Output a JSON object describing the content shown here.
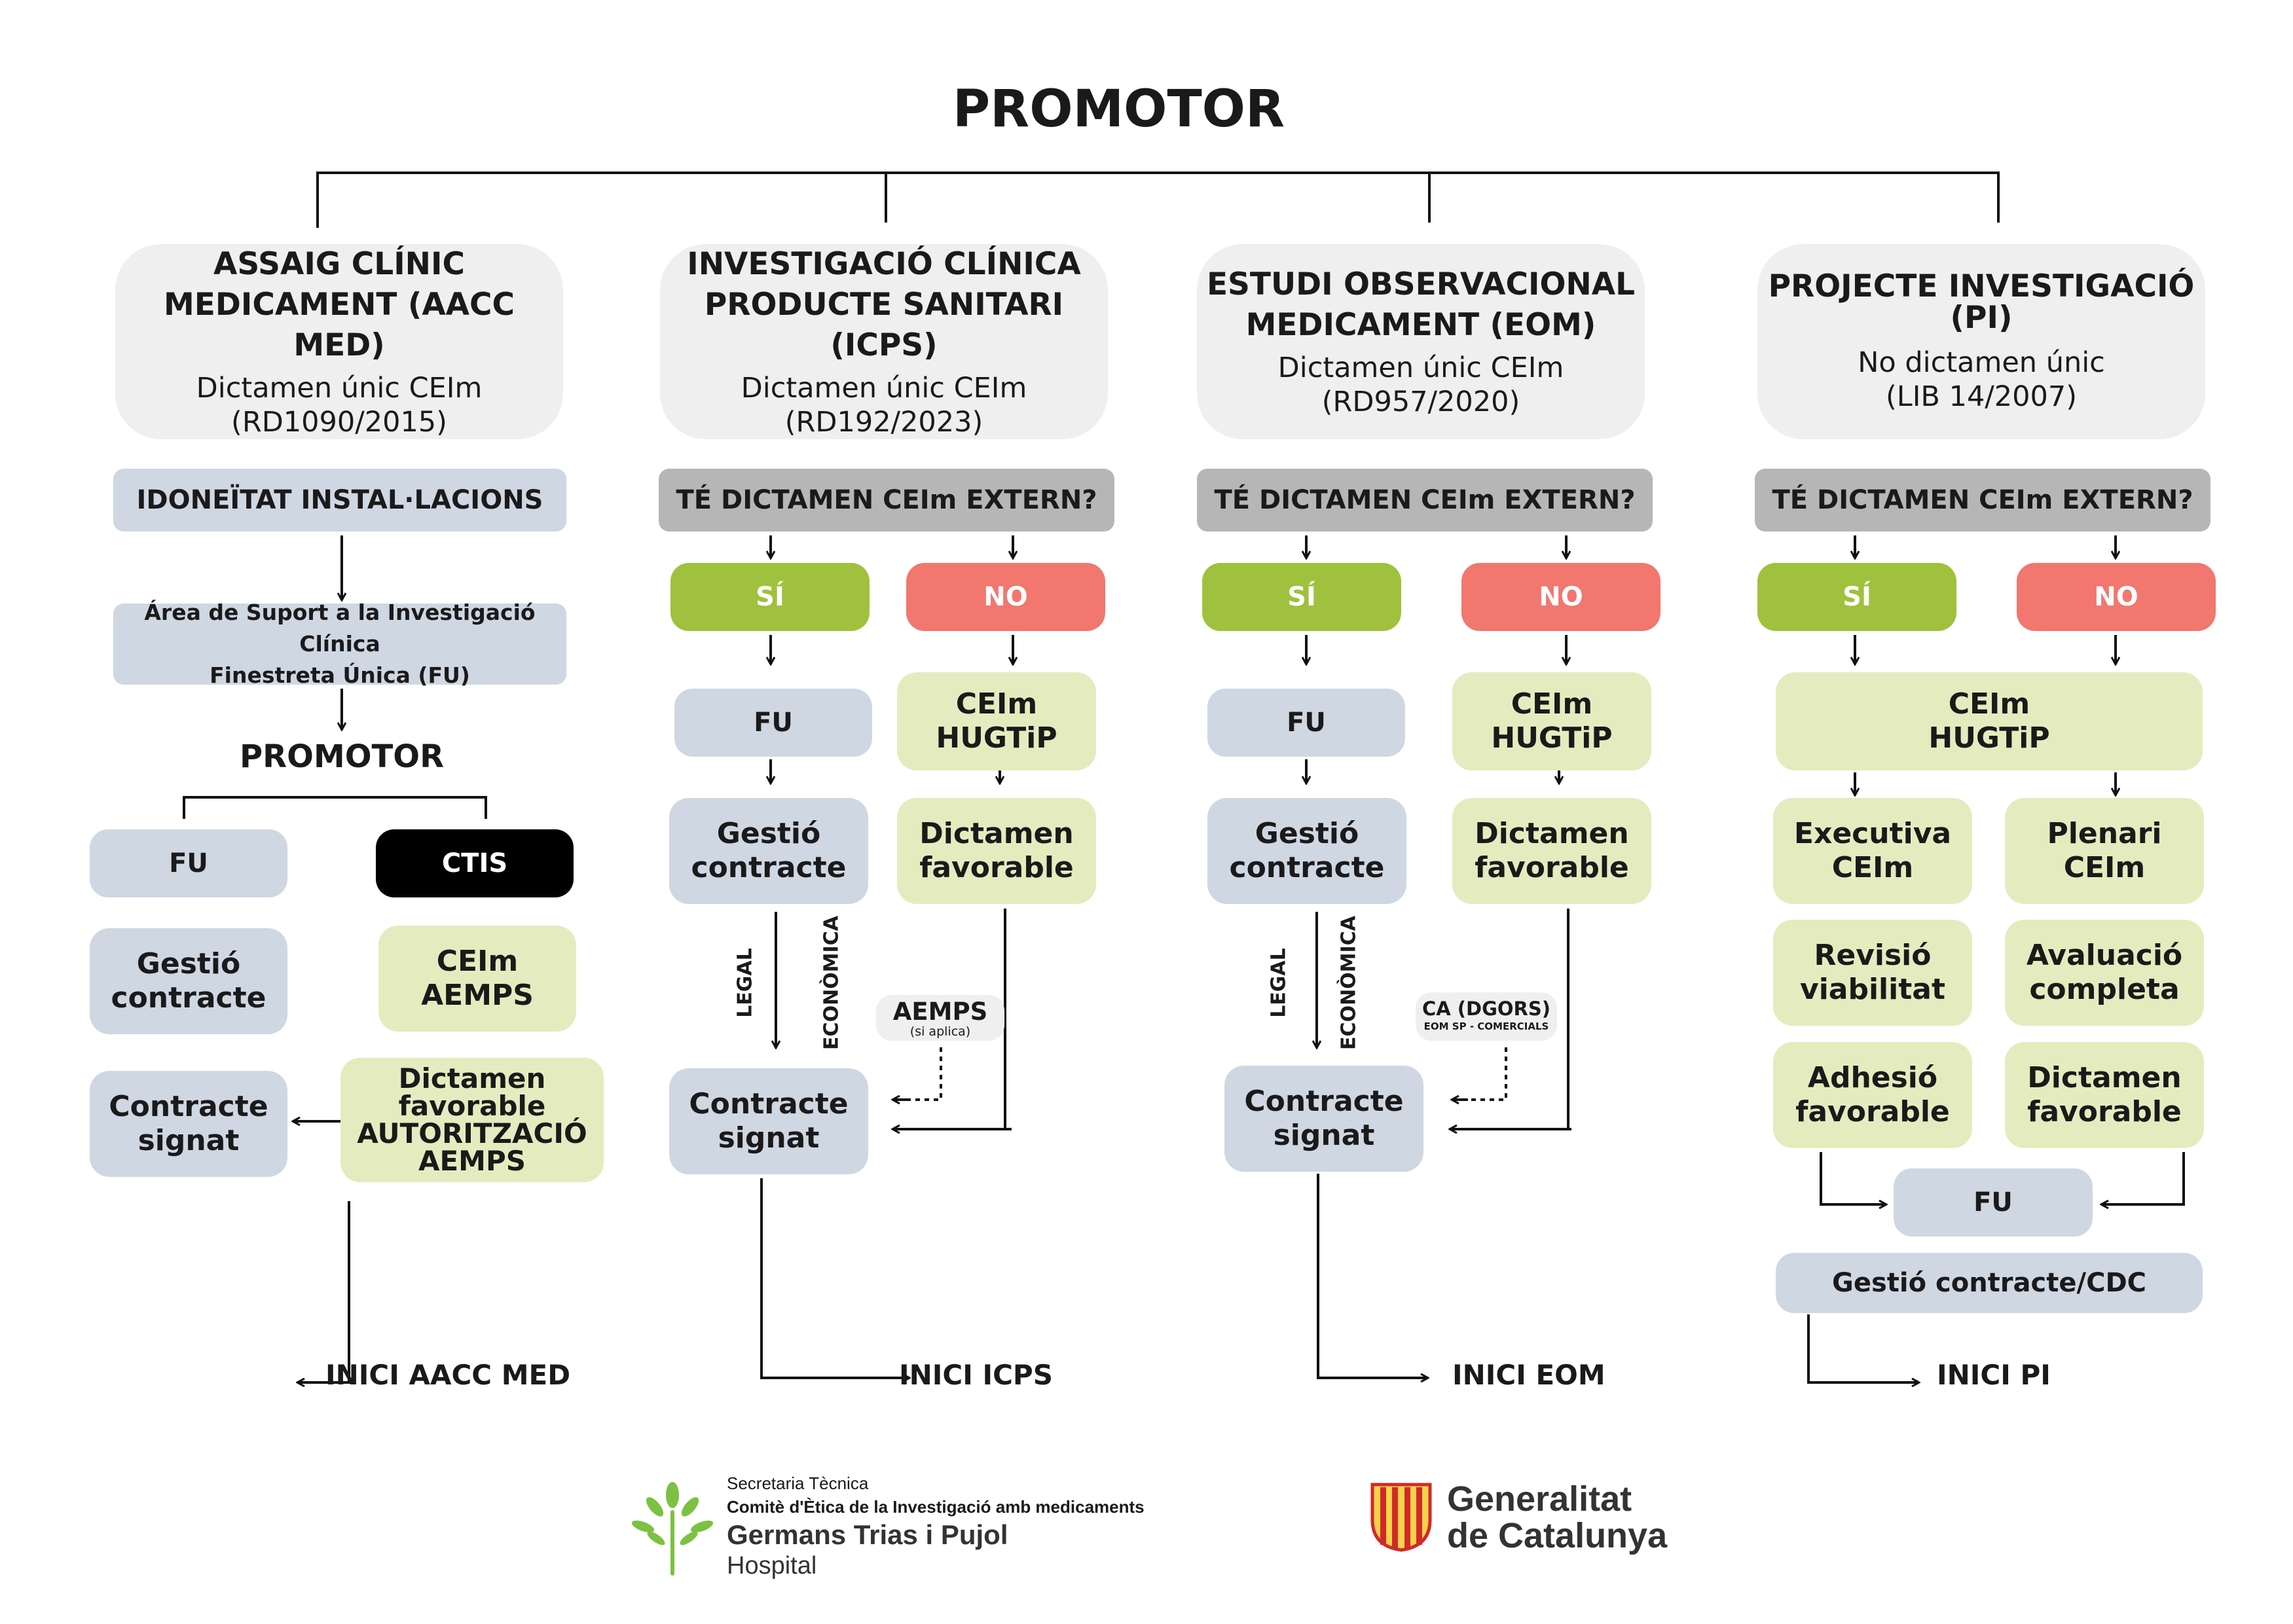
{
  "title": "PROMOTOR",
  "columns": [
    {
      "header_title": "ASSAIG CLÍNIC MEDICAMENT (AACC MED)",
      "header_sub1": "Dictamen únic CEIm",
      "header_sub2": "(RD1090/2015)",
      "idoneitat": "IDONEÏTAT INSTAL·LACIONS",
      "area_l1": "Área de Suport a la Investigació Clínica",
      "area_l2": "Finestreta Única (FU)",
      "promotor": "PROMOTOR",
      "fu": "FU",
      "ctis": "CTIS",
      "gestio_l1": "Gestió",
      "gestio_l2": "contracte",
      "ceim_l1": "CEIm",
      "ceim_l2": "AEMPS",
      "signat_l1": "Contracte",
      "signat_l2": "signat",
      "dict_l1": "Dictamen",
      "dict_l2": "favorable",
      "dict_l3": "AUTORITZACIÓ",
      "dict_l4": "AEMPS",
      "inici": "INICI AACC MED"
    },
    {
      "header_title_l1": "INVESTIGACIÓ CLÍNICA",
      "header_title_l2": "PRODUCTE SANITARI (ICPS)",
      "header_sub1": "Dictamen únic CEIm",
      "header_sub2": "(RD192/2023)",
      "question": "TÉ DICTAMEN CEIm EXTERN?",
      "yes": "SÍ",
      "no": "NO",
      "fu": "FU",
      "ceim_l1": "CEIm",
      "ceim_l2": "HUGTiP",
      "gestio_l1": "Gestió",
      "gestio_l2": "contracte",
      "dict_l1": "Dictamen",
      "dict_l2": "favorable",
      "legal": "LEGAL",
      "economica": "ECONÒMICA",
      "aemps": "AEMPS",
      "aemps_sub": "(si aplica)",
      "signat_l1": "Contracte",
      "signat_l2": "signat",
      "inici": "INICI ICPS"
    },
    {
      "header_title_l1": "ESTUDI OBSERVACIONAL",
      "header_title_l2": "MEDICAMENT (EOM)",
      "header_sub1": "Dictamen únic CEIm",
      "header_sub2": "(RD957/2020)",
      "question": "TÉ DICTAMEN CEIm EXTERN?",
      "yes": "SÍ",
      "no": "NO",
      "fu": "FU",
      "ceim_l1": "CEIm",
      "ceim_l2": "HUGTiP",
      "gestio_l1": "Gestió",
      "gestio_l2": "contracte",
      "dict_l1": "Dictamen",
      "dict_l2": "favorable",
      "legal": "LEGAL",
      "economica": "ECONÒMICA",
      "ca": "CA (DGORS)",
      "ca_sub": "EOM SP - COMERCIALS",
      "signat_l1": "Contracte",
      "signat_l2": "signat",
      "inici": "INICI EOM"
    },
    {
      "header_title_l1": "PROJECTE INVESTIGACIÓ",
      "header_title_l2": "(PI)",
      "header_sub1": "No dictamen únic",
      "header_sub2": "(LIB 14/2007)",
      "question": "TÉ DICTAMEN CEIm EXTERN?",
      "yes": "SÍ",
      "no": "NO",
      "ceim_l1": "CEIm",
      "ceim_l2": "HUGTiP",
      "executiva_l1": "Executiva",
      "executiva_l2": "CEIm",
      "plenari_l1": "Plenari",
      "plenari_l2": "CEIm",
      "revisio_l1": "Revisió",
      "revisio_l2": "viabilitat",
      "avaluacio_l1": "Avaluació",
      "avaluacio_l2": "completa",
      "adhesio_l1": "Adhesió",
      "adhesio_l2": "favorable",
      "dict_l1": "Dictamen",
      "dict_l2": "favorable",
      "fu": "FU",
      "gestio": "Gestió contracte/CDC",
      "inici": "INICI PI"
    }
  ],
  "footer": {
    "hosp_l1": "Secretaria Tècnica",
    "hosp_l2": "Comitè d'Ètica de la Investigació amb medicaments",
    "hosp_l3": "Germans Trias i Pujol",
    "hosp_l4": "Hospital",
    "gen_l1": "Generalitat",
    "gen_l2": "de Catalunya"
  },
  "colors": {
    "header_bg": "#efefef",
    "blue_box": "#cfd7e3",
    "green_box": "#e4ecbf",
    "yes": "#9fc13d",
    "no": "#f1776f",
    "question": "#b6b6b6",
    "ctis": "#000000"
  }
}
